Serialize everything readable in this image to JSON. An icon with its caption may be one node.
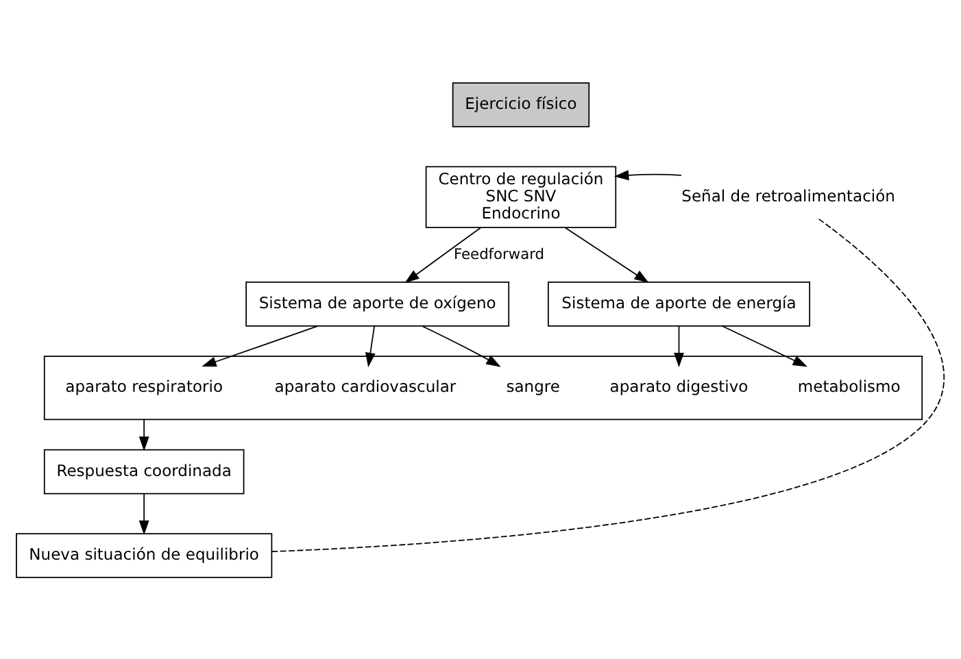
{
  "diagram": {
    "nodes": [
      {
        "text": [
          "Ejercicio físico"
        ]
      },
      {
        "text": [
          "Centro de regulación",
          "SNC SNV",
          "Endocrino"
        ]
      },
      {
        "text": [
          "Señal de retroalimentación"
        ]
      },
      {
        "text": [
          "Sistema de aporte de oxígeno"
        ]
      },
      {
        "text": [
          "Sistema de aporte de energía"
        ]
      },
      {
        "text": [],
        "shape": "box"
      },
      {
        "text": [
          "aparato respiratorio"
        ],
        "in": 5
      },
      {
        "text": [
          "aparato cardiovascular"
        ],
        "in": 5
      },
      {
        "text": [
          "sangre"
        ],
        "in": 5
      },
      {
        "text": [
          "aparato digestivo"
        ],
        "in": 5
      },
      {
        "text": [
          "metabolismo"
        ],
        "in": 5
      },
      {
        "text": [
          "Respuesta coordinada"
        ]
      },
      {
        "text": [
          "Nueva situación de equilibrio"
        ]
      }
    ],
    "edges": [
      {
        "from": 2,
        "to": 1,
        "arrow": "to"
      },
      {
        "from": 1,
        "to": 3,
        "arrow": "to",
        "label": "Feedforward"
      },
      {
        "from": 1,
        "to": 4,
        "arrow": "to"
      },
      {
        "from": 3,
        "to": 6,
        "arrow": "to"
      },
      {
        "from": 3,
        "to": 7,
        "arrow": "to"
      },
      {
        "from": 3,
        "to": 8,
        "arrow": "to"
      },
      {
        "from": 4,
        "to": 9,
        "arrow": "to"
      },
      {
        "from": 4,
        "to": 10,
        "arrow": "to"
      },
      {
        "from": 5,
        "to": 11,
        "arrow": "to"
      },
      {
        "from": 11,
        "to": 12,
        "arrow": "to"
      },
      {
        "from": 12,
        "to": 2,
        "arrow": "none",
        "style": "dashed"
      }
    ]
  }
}
